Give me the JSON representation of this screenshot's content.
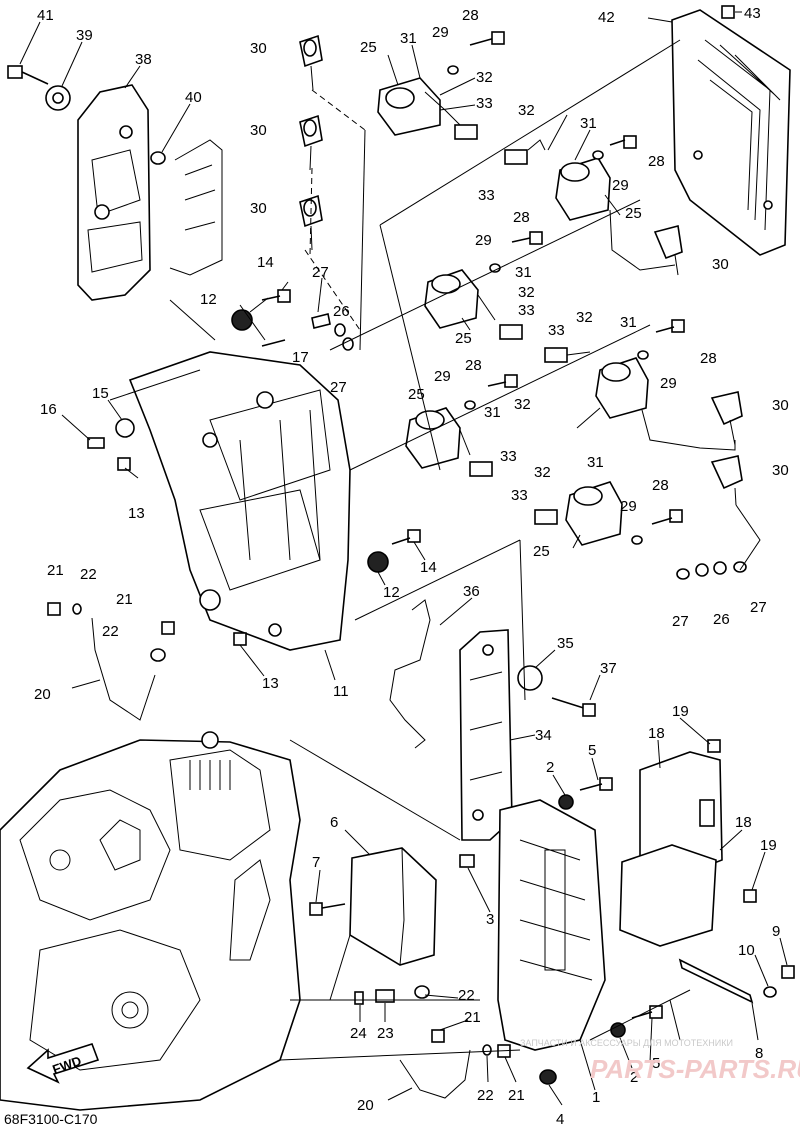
{
  "diagram_code": "68F3100-C170",
  "fwd_label": "FWD",
  "watermark": {
    "caption": "ЗАПЧАСТИ И АКСЕССУАРЫ ДЛЯ МОТОТЕХНИКИ",
    "logo": "PARTS-PARTS.RU"
  },
  "callouts": [
    {
      "id": "c41",
      "label": "41"
    },
    {
      "id": "c39",
      "label": "39"
    },
    {
      "id": "c38",
      "label": "38"
    },
    {
      "id": "c40",
      "label": "40"
    },
    {
      "id": "c30a",
      "label": "30"
    },
    {
      "id": "c30b",
      "label": "30"
    },
    {
      "id": "c30c",
      "label": "30"
    },
    {
      "id": "c25a",
      "label": "25"
    },
    {
      "id": "c31a",
      "label": "31"
    },
    {
      "id": "c29a",
      "label": "29"
    },
    {
      "id": "c28a",
      "label": "28"
    },
    {
      "id": "c32a",
      "label": "32"
    },
    {
      "id": "c33a",
      "label": "33"
    },
    {
      "id": "c42",
      "label": "42"
    },
    {
      "id": "c43",
      "label": "43"
    },
    {
      "id": "c32b",
      "label": "32"
    },
    {
      "id": "c31b",
      "label": "31"
    },
    {
      "id": "c28b",
      "label": "28"
    },
    {
      "id": "c33b",
      "label": "33"
    },
    {
      "id": "c29b",
      "label": "29"
    },
    {
      "id": "c25b",
      "label": "25"
    },
    {
      "id": "c28c",
      "label": "28"
    },
    {
      "id": "c29c",
      "label": "29"
    },
    {
      "id": "c30d",
      "label": "30"
    },
    {
      "id": "c14a",
      "label": "14"
    },
    {
      "id": "c27a",
      "label": "27"
    },
    {
      "id": "c31c",
      "label": "31"
    },
    {
      "id": "c32c",
      "label": "32"
    },
    {
      "id": "c33c",
      "label": "33"
    },
    {
      "id": "c12a",
      "label": "12"
    },
    {
      "id": "c26a",
      "label": "26"
    },
    {
      "id": "c25c",
      "label": "25"
    },
    {
      "id": "c17",
      "label": "17"
    },
    {
      "id": "c27b",
      "label": "27"
    },
    {
      "id": "c33d",
      "label": "33"
    },
    {
      "id": "c32d",
      "label": "32"
    },
    {
      "id": "c31d",
      "label": "31"
    },
    {
      "id": "c28d",
      "label": "28"
    },
    {
      "id": "c29d",
      "label": "29"
    },
    {
      "id": "c30e",
      "label": "30"
    },
    {
      "id": "c15",
      "label": "15"
    },
    {
      "id": "c16",
      "label": "16"
    },
    {
      "id": "c28e",
      "label": "28"
    },
    {
      "id": "c29e",
      "label": "29"
    },
    {
      "id": "c25d",
      "label": "25"
    },
    {
      "id": "c31e",
      "label": "31"
    },
    {
      "id": "c32e",
      "label": "32"
    },
    {
      "id": "c33e",
      "label": "33"
    },
    {
      "id": "c13a",
      "label": "13"
    },
    {
      "id": "c30f",
      "label": "30"
    },
    {
      "id": "c32f",
      "label": "32"
    },
    {
      "id": "c31f",
      "label": "31"
    },
    {
      "id": "c33f",
      "label": "33"
    },
    {
      "id": "c28f",
      "label": "28"
    },
    {
      "id": "c29f",
      "label": "29"
    },
    {
      "id": "c25e",
      "label": "25"
    },
    {
      "id": "c21a",
      "label": "21"
    },
    {
      "id": "c22a",
      "label": "22"
    },
    {
      "id": "c12b",
      "label": "12"
    },
    {
      "id": "c14b",
      "label": "14"
    },
    {
      "id": "c27c",
      "label": "27"
    },
    {
      "id": "c26b",
      "label": "26"
    },
    {
      "id": "c27d",
      "label": "27"
    },
    {
      "id": "c21b",
      "label": "21"
    },
    {
      "id": "c36",
      "label": "36"
    },
    {
      "id": "c22b",
      "label": "22"
    },
    {
      "id": "c35",
      "label": "35"
    },
    {
      "id": "c13b",
      "label": "13"
    },
    {
      "id": "c20a",
      "label": "20"
    },
    {
      "id": "c11",
      "label": "11"
    },
    {
      "id": "c37",
      "label": "37"
    },
    {
      "id": "c18a",
      "label": "18"
    },
    {
      "id": "c19a",
      "label": "19"
    },
    {
      "id": "c34",
      "label": "34"
    },
    {
      "id": "c5a",
      "label": "5"
    },
    {
      "id": "c2a",
      "label": "2"
    },
    {
      "id": "c6",
      "label": "6"
    },
    {
      "id": "c18b",
      "label": "18"
    },
    {
      "id": "c19b",
      "label": "19"
    },
    {
      "id": "c7",
      "label": "7"
    },
    {
      "id": "c3",
      "label": "3"
    },
    {
      "id": "c10",
      "label": "10"
    },
    {
      "id": "c9",
      "label": "9"
    },
    {
      "id": "c22c",
      "label": "22"
    },
    {
      "id": "c21c",
      "label": "21"
    },
    {
      "id": "c24",
      "label": "24"
    },
    {
      "id": "c23",
      "label": "23"
    },
    {
      "id": "c8",
      "label": "8"
    },
    {
      "id": "c5b",
      "label": "5"
    },
    {
      "id": "c2b",
      "label": "2"
    },
    {
      "id": "c20b",
      "label": "20"
    },
    {
      "id": "c22d",
      "label": "22"
    },
    {
      "id": "c21d",
      "label": "21"
    },
    {
      "id": "c1",
      "label": "1"
    },
    {
      "id": "c4",
      "label": "4"
    }
  ]
}
